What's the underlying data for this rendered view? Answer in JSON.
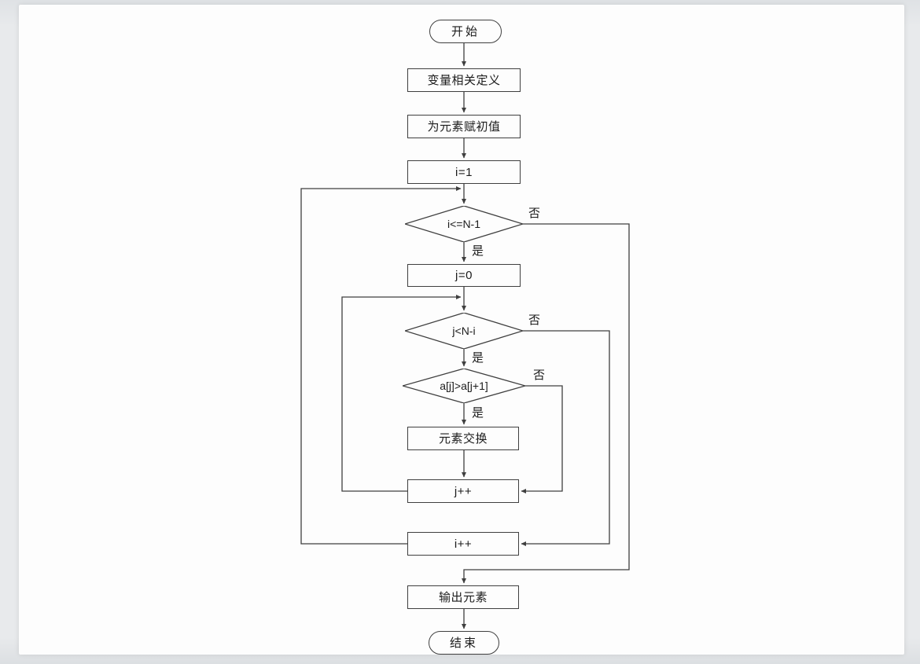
{
  "flowchart": {
    "title_hint": "bubble-sort flowchart",
    "line_color": "#3f3f3f",
    "nodes": {
      "start": "开始",
      "define_vars": "变量相关定义",
      "init_elements": "为元素赋初值",
      "set_i": "i=1",
      "cond_i": "i<=N-1",
      "set_j": "j=0",
      "cond_j": "j<N-i",
      "cond_compare": "a[j]>a[j+1]",
      "swap": "元素交换",
      "inc_j": "j++",
      "inc_i": "i++",
      "output": "输出元素",
      "end": "结束"
    },
    "branch_labels": {
      "yes": "是",
      "no": "否"
    }
  }
}
